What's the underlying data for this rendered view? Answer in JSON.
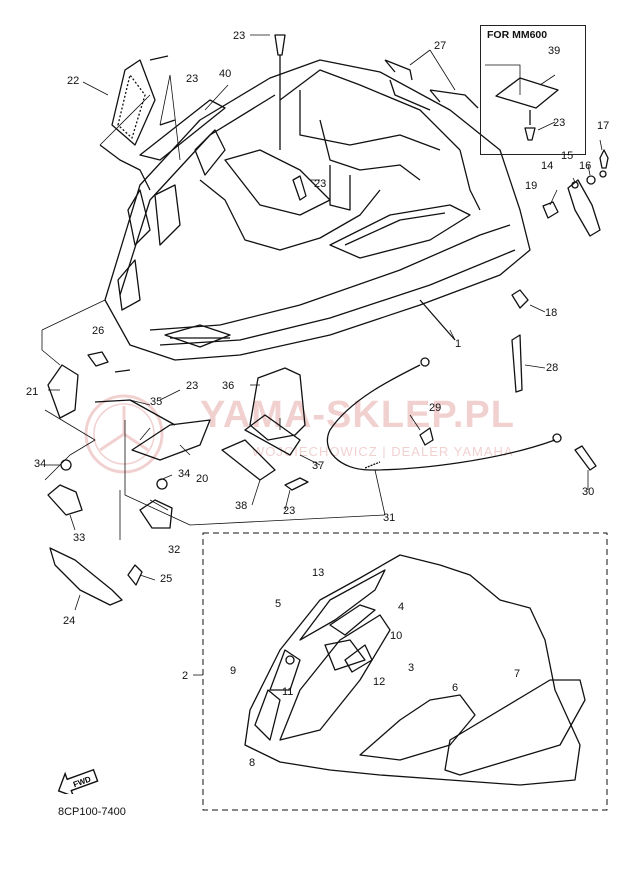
{
  "diagram": {
    "inset_title": "FOR MM600",
    "part_code": "8CP100-7400",
    "fwd_label": "FWD",
    "watermark": {
      "title": "YAMA-SKLEP.PL",
      "subtitle": "WOJCIECHOWICZ | DEALER YAMAHA"
    },
    "callouts": [
      {
        "id": "c1",
        "text": "1"
      },
      {
        "id": "c2",
        "text": "2"
      },
      {
        "id": "c3",
        "text": "3"
      },
      {
        "id": "c4",
        "text": "4"
      },
      {
        "id": "c5",
        "text": "5"
      },
      {
        "id": "c6",
        "text": "6"
      },
      {
        "id": "c7",
        "text": "7"
      },
      {
        "id": "c8",
        "text": "8"
      },
      {
        "id": "c9",
        "text": "9"
      },
      {
        "id": "c10",
        "text": "10"
      },
      {
        "id": "c11",
        "text": "11"
      },
      {
        "id": "c12",
        "text": "12"
      },
      {
        "id": "c13",
        "text": "13"
      },
      {
        "id": "c14",
        "text": "14"
      },
      {
        "id": "c15",
        "text": "15"
      },
      {
        "id": "c16",
        "text": "16"
      },
      {
        "id": "c17",
        "text": "17"
      },
      {
        "id": "c18",
        "text": "18"
      },
      {
        "id": "c19",
        "text": "19"
      },
      {
        "id": "c20",
        "text": "20"
      },
      {
        "id": "c21",
        "text": "21"
      },
      {
        "id": "c22",
        "text": "22"
      },
      {
        "id": "c23a",
        "text": "23"
      },
      {
        "id": "c23b",
        "text": "23"
      },
      {
        "id": "c23c",
        "text": "23"
      },
      {
        "id": "c23d",
        "text": "23"
      },
      {
        "id": "c23e",
        "text": "23"
      },
      {
        "id": "c23f",
        "text": "23"
      },
      {
        "id": "c24",
        "text": "24"
      },
      {
        "id": "c25",
        "text": "25"
      },
      {
        "id": "c26",
        "text": "26"
      },
      {
        "id": "c27",
        "text": "27"
      },
      {
        "id": "c28",
        "text": "28"
      },
      {
        "id": "c29",
        "text": "29"
      },
      {
        "id": "c30",
        "text": "30"
      },
      {
        "id": "c31",
        "text": "31"
      },
      {
        "id": "c32",
        "text": "32"
      },
      {
        "id": "c33",
        "text": "33"
      },
      {
        "id": "c34a",
        "text": "34"
      },
      {
        "id": "c34b",
        "text": "34"
      },
      {
        "id": "c35",
        "text": "35"
      },
      {
        "id": "c36",
        "text": "36"
      },
      {
        "id": "c37",
        "text": "37"
      },
      {
        "id": "c38",
        "text": "38"
      },
      {
        "id": "c39",
        "text": "39"
      },
      {
        "id": "c40",
        "text": "40"
      }
    ]
  }
}
